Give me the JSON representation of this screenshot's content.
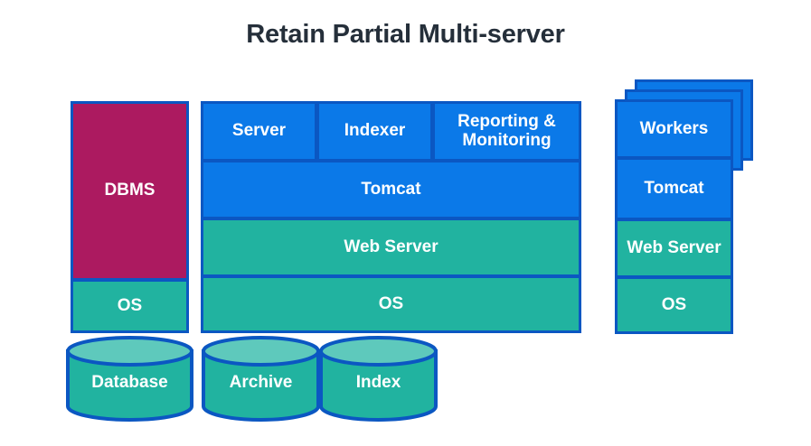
{
  "title": "Retain Partial Multi-server",
  "colors": {
    "blue_fill": "#0B79E8",
    "teal_fill": "#21B3A0",
    "teal_top": "#5EC9BC",
    "crimson_fill": "#AC1A60",
    "border": "#0B57C2",
    "title_text": "#252F3A",
    "label_text": "#FFFFFF",
    "background": "#FFFFFF"
  },
  "columns": {
    "database_server": {
      "name": "database-server-column",
      "boxes": [
        {
          "label": "DBMS",
          "fill": "crimson"
        },
        {
          "label": "OS",
          "fill": "teal"
        }
      ],
      "store": {
        "label": "Database"
      }
    },
    "application_server": {
      "name": "application-server-column",
      "services": [
        {
          "label": "Server"
        },
        {
          "label": "Indexer"
        },
        {
          "label": "Reporting & Monitoring"
        }
      ],
      "boxes": [
        {
          "label": "Tomcat",
          "fill": "blue"
        },
        {
          "label": "Web Server",
          "fill": "teal"
        },
        {
          "label": "OS",
          "fill": "teal"
        }
      ],
      "stores": [
        {
          "label": "Archive"
        },
        {
          "label": "Index"
        }
      ]
    },
    "worker_servers": {
      "name": "worker-servers-column",
      "stacked_copies": 3,
      "boxes": [
        {
          "label": "Workers",
          "fill": "blue"
        },
        {
          "label": "Tomcat",
          "fill": "blue"
        },
        {
          "label": "Web Server",
          "fill": "teal"
        },
        {
          "label": "OS",
          "fill": "teal"
        }
      ]
    }
  }
}
